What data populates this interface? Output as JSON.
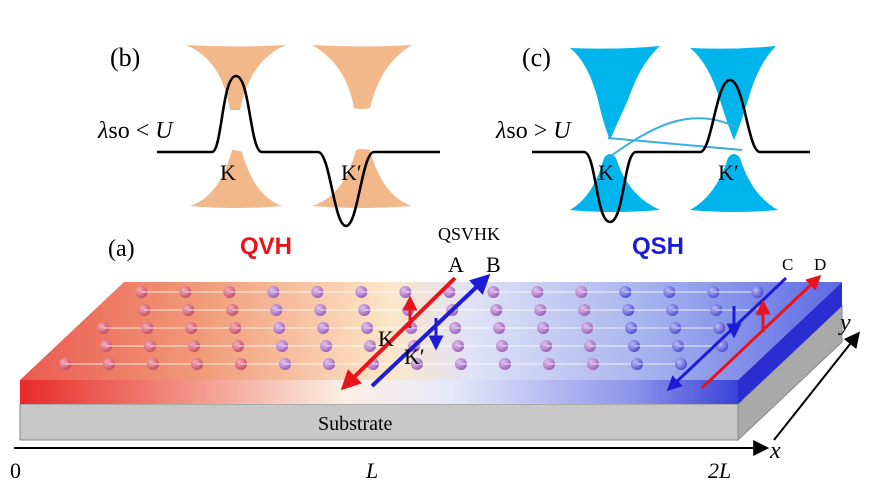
{
  "panel_b": {
    "label": "(b)",
    "condition_lambda": "λ",
    "condition_rest": "so < ",
    "condition_var": "U",
    "valley_k": "K",
    "valley_kprime": "K′"
  },
  "panel_c": {
    "label": "(c)",
    "condition_lambda": "λ",
    "condition_rest": "so > ",
    "condition_var": "U",
    "valley_k": "K",
    "valley_kprime": "K′"
  },
  "panel_a": {
    "label": "(a)",
    "region_left": "QVH",
    "region_right": "QSH",
    "interface_label": "QSVHK",
    "channel_a": "A",
    "channel_b": "B",
    "channel_c": "C",
    "channel_d": "D",
    "valley_k": "K",
    "valley_kprime": "K′",
    "substrate": "Substrate",
    "axis_x": "x",
    "axis_y": "y",
    "tick_0": "0",
    "tick_L": "L",
    "tick_2L": "2L"
  },
  "colors": {
    "cone_orange": "#f2b88a",
    "cone_blue": "#00b4ec",
    "qvh_red": "#e8141b",
    "qsh_blue": "#1c1cd6",
    "substrate_gray": "#c8c8c8"
  }
}
